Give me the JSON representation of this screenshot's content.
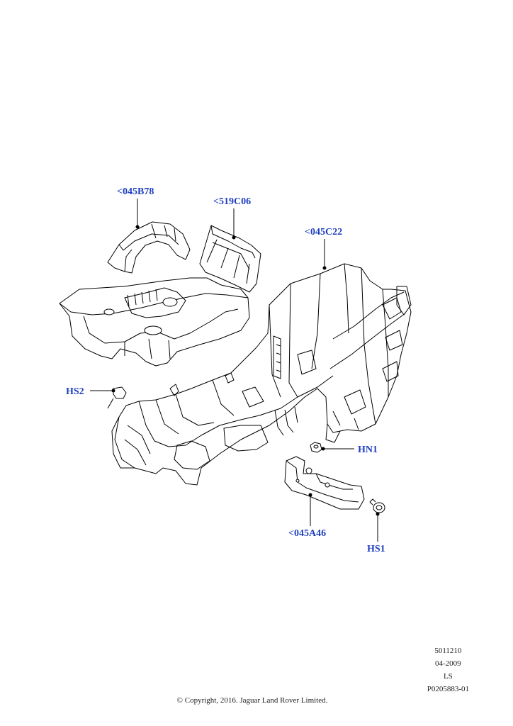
{
  "callouts": [
    {
      "id": "045B78",
      "label": "<045B78"
    },
    {
      "id": "519C06",
      "label": "<519C06"
    },
    {
      "id": "045C22",
      "label": "<045C22"
    },
    {
      "id": "HS2",
      "label": "HS2"
    },
    {
      "id": "HN1",
      "label": "HN1"
    },
    {
      "id": "045A46",
      "label": "<045A46"
    },
    {
      "id": "HS1",
      "label": "HS1"
    }
  ],
  "meta": {
    "code": "5011210",
    "date": "04-2009",
    "region": "LS",
    "figure_id": "P0205883-01"
  },
  "copyright": "© Copyright, 2016. Jaguar Land Rover Limited.",
  "colors": {
    "callout_text": "#1f3fbf",
    "line": "#000000"
  }
}
